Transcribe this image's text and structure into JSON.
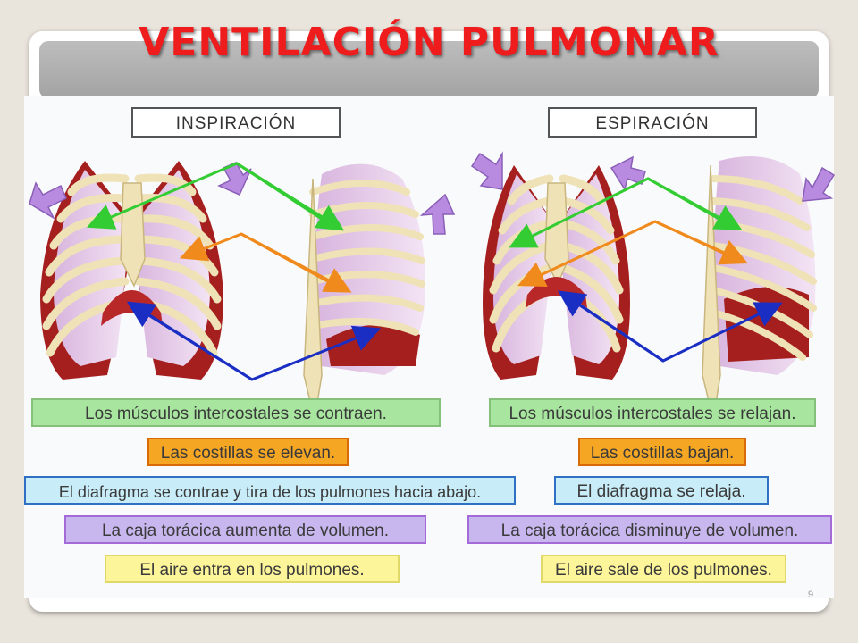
{
  "slide": {
    "title": "VENTILACIÓN PULMONAR",
    "page_number": "9"
  },
  "inspiration": {
    "heading": "INSPIRACIÓN",
    "labels": [
      "Los músculos intercostales se contraen.",
      "Las costillas se elevan.",
      "El diafragma se contrae y tira de los pulmones hacia abajo.",
      "La caja torácica aumenta de volumen.",
      "El aire entra en los pulmones."
    ]
  },
  "expiration": {
    "heading": "ESPIRACIÓN",
    "labels": [
      "Los músculos intercostales se relajan.",
      "Las costillas bajan.",
      "El diafragma se relaja.",
      "La caja torácica disminuye de volumen.",
      "El aire sale de los pulmones."
    ]
  },
  "colors": {
    "title": "#ee1c1c",
    "muscle_label": "#a8e6a0",
    "ribs_label": "#f5a623",
    "diaphragm_label": "#c9edf8",
    "volume_label": "#c8b7ee",
    "air_label": "#fdf59a",
    "arrow_green": "#33cc33",
    "arrow_orange": "#f08a1c",
    "arrow_blue": "#1a2ec4",
    "movement_arrow": "#b98be0"
  }
}
